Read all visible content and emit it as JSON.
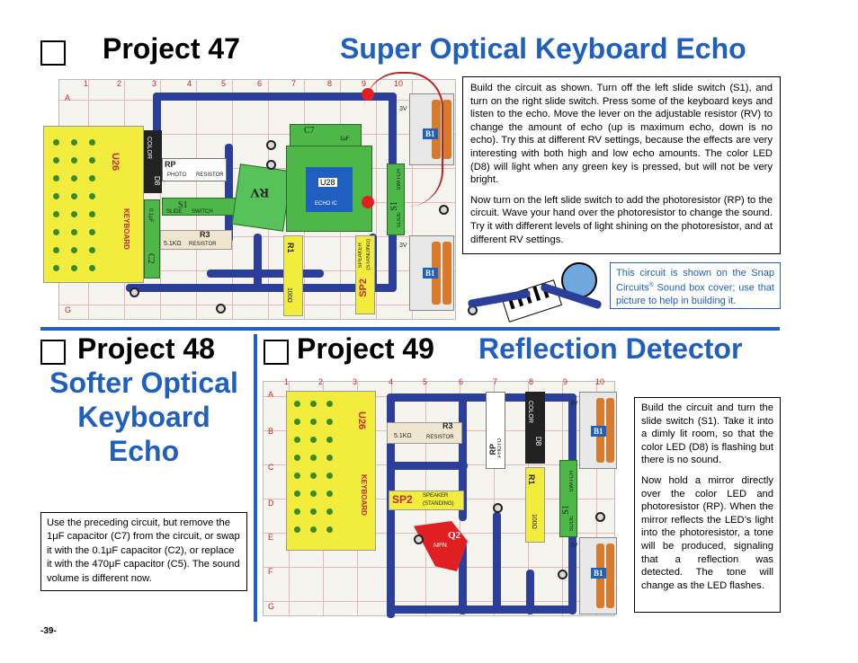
{
  "projects": {
    "p47": {
      "title": "Project 47",
      "subtitle": "Super Optical Keyboard Echo",
      "paragraphs": [
        "Build the circuit as shown. Turn off the left slide switch (S1), and turn on the right slide switch. Press some of the keyboard keys and listen to the echo. Move the lever on the adjustable resistor (RV) to change the amount of echo (up is maximum echo, down is no echo). Try this at different RV settings, because the effects are very interesting with both high and low echo amounts. The color LED (D8) will light when any green key is pressed, but will not be very bright.",
        "Now turn on the left slide switch to add the photoresistor (RP) to the circuit. Wave your hand over the photoresistor to change the sound. Try it with different levels of light shining on the photoresistor, and at different RV settings."
      ],
      "note": {
        "before": "This circuit is shown on the Snap Circuits",
        "reg": "®",
        "after": " Sound box cover; use that picture to help in building it."
      }
    },
    "p48": {
      "title": "Project 48",
      "subtitle_lines": [
        "Softer Optical",
        "Keyboard",
        "Echo"
      ],
      "text": "Use the preceding circuit, but remove the 1μF capacitor (C7) from the circuit, or swap it with the 0.1μF capacitor (C2), or replace it with the 470μF capacitor (C5). The sound volume is different now."
    },
    "p49": {
      "title": "Project 49",
      "subtitle": "Reflection Detector",
      "paragraphs": [
        "Build the circuit and turn the slide switch (S1). Take it into a dimly lit room, so that the color LED (D8) is flashing but there is no sound.",
        "Now hold a mirror directly over the color LED and photoresistor (RP). When the mirror reflects the LED’s light into the photoresistor, a tone will be produced, signaling that a reflection was detected. The tone will change as the LED flashes."
      ]
    }
  },
  "diagram47": {
    "cols": [
      "1",
      "2",
      "3",
      "4",
      "5",
      "6",
      "7",
      "8",
      "9",
      "10"
    ],
    "rows": [
      "A",
      "G"
    ],
    "parts": {
      "u26": "U26",
      "keyboard": "KEYBOARD",
      "color": "COLOR",
      "d8": "D8",
      "rp": "RP",
      "photo": "PHOTO",
      "resistor": "RESISTOR",
      "s1": "S1",
      "slide": "SLIDE",
      "switch": "SWITCH",
      "r3": "R3",
      "r3_value": "5.1KΩ",
      "c2": "C2",
      "c2_value": "0.1μF",
      "rv": "RV",
      "c7": "C7",
      "c7_value": "1μF",
      "u28": "U28",
      "echo": "ECHO IC",
      "r1": "R1",
      "r1_value": "100Ω",
      "sp2": "SP2",
      "speaker": "SPEAKER",
      "standing": "(STANDING)",
      "b1": "B1",
      "v3": "3V"
    }
  },
  "diagram49": {
    "cols": [
      "1",
      "2",
      "3",
      "4",
      "5",
      "6",
      "7",
      "8",
      "9",
      "10"
    ],
    "rows": [
      "A",
      "B",
      "C",
      "D",
      "E",
      "F",
      "G"
    ],
    "parts": {
      "u26": "U26",
      "keyboard": "KEYBOARD",
      "r3": "R3",
      "r3_value": "5.1KΩ",
      "resistor": "RESISTOR",
      "rp": "RP",
      "photo": "PHOTO",
      "color": "COLOR",
      "d8": "D8",
      "r1": "R1",
      "r1_value": "100Ω",
      "sp2": "SP2",
      "speaker": "SPEAKER",
      "standing": "(STANDING)",
      "q2": "Q2",
      "npn": "NPN",
      "s1": "S1",
      "slide": "SLIDE",
      "switch": "SWITCH",
      "b1": "B1",
      "v3": "3V"
    }
  },
  "page_number": "-39-"
}
